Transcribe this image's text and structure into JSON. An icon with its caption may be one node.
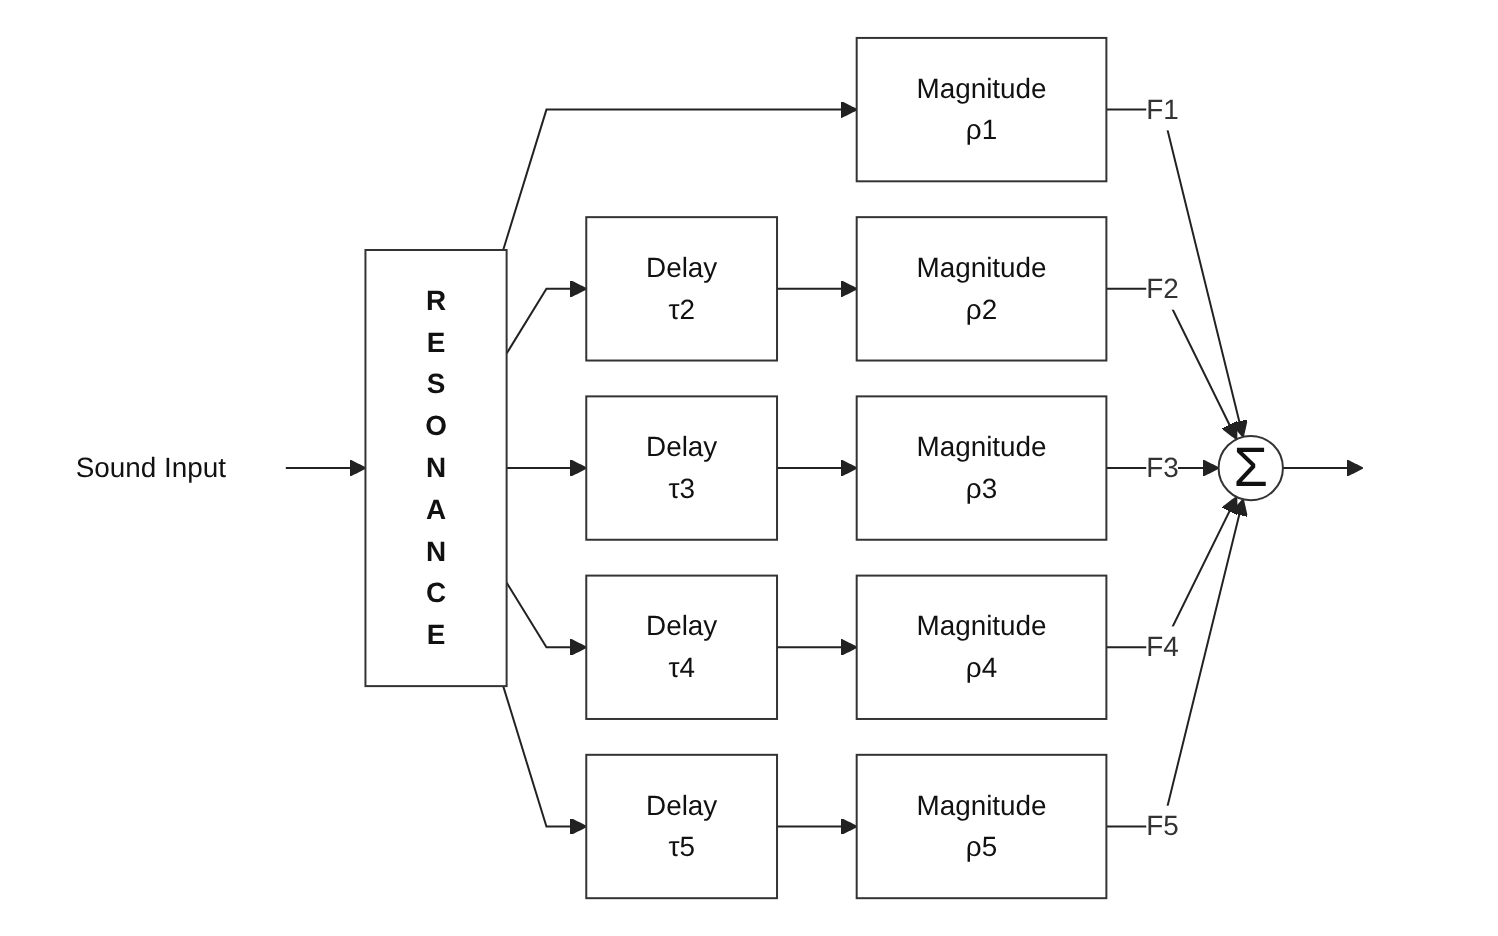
{
  "diagram": {
    "nodes": [
      {
        "text": [
          "Sound Input"
        ]
      },
      {
        "text": [
          "RESONANCE"
        ]
      },
      {
        "text": [
          "Magnitude",
          "ρ1"
        ]
      },
      {
        "text": [
          "Delay",
          "τ2"
        ]
      },
      {
        "text": [
          "Magnitude",
          "ρ2"
        ]
      },
      {
        "text": [
          "Delay",
          "τ3"
        ]
      },
      {
        "text": [
          "Magnitude",
          "ρ3"
        ]
      },
      {
        "text": [
          "Delay",
          "τ4"
        ]
      },
      {
        "text": [
          "Magnitude",
          "ρ4"
        ]
      },
      {
        "text": [
          "Delay",
          "τ5"
        ]
      },
      {
        "text": [
          "Magnitude",
          "ρ5"
        ]
      },
      {
        "text": [
          "Σ"
        ]
      }
    ],
    "edges": [
      {
        "from": 0,
        "to": 1,
        "arrow": "to"
      },
      {
        "from": 1,
        "to": 2,
        "arrow": "to"
      },
      {
        "from": 1,
        "to": 3,
        "arrow": "to"
      },
      {
        "from": 1,
        "to": 5,
        "arrow": "to"
      },
      {
        "from": 1,
        "to": 7,
        "arrow": "to"
      },
      {
        "from": 1,
        "to": 9,
        "arrow": "to"
      },
      {
        "from": 3,
        "to": 4,
        "arrow": "to"
      },
      {
        "from": 5,
        "to": 6,
        "arrow": "to"
      },
      {
        "from": 7,
        "to": 8,
        "arrow": "to"
      },
      {
        "from": 9,
        "to": 10,
        "arrow": "to"
      },
      {
        "from": 2,
        "to": 11,
        "arrow": "to",
        "label": "F1"
      },
      {
        "from": 4,
        "to": 11,
        "arrow": "to",
        "label": "F2"
      },
      {
        "from": 6,
        "to": 11,
        "arrow": "to",
        "label": "F3"
      },
      {
        "from": 8,
        "to": 11,
        "arrow": "to",
        "label": "F4"
      },
      {
        "from": 10,
        "to": 11,
        "arrow": "to",
        "label": "F5"
      },
      {
        "from": 11,
        "to": null,
        "arrow": "to"
      }
    ]
  }
}
